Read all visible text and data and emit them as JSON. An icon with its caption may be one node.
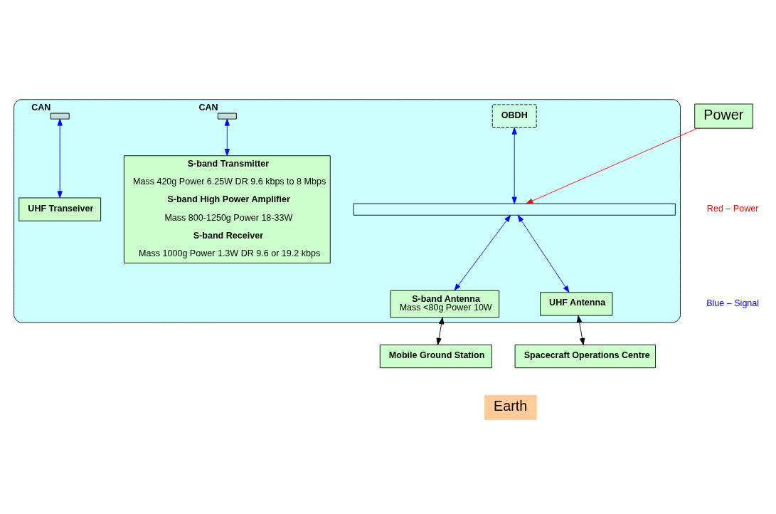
{
  "diagram": {
    "nodes": [
      {
        "text": [],
        "shape": "ellipse"
      },
      {
        "text": [
          "S-band Transmitter",
          "Mass 420g Power 6.25W DR 9.6 kbps to 8 Mbps",
          "S-band High Power Amplifier",
          "Mass 800-1250g Power 18-33W",
          "S-band Receiver",
          "Mass 1000g Power 1.3W DR 9.6 or 19.2 kbps"
        ],
        "in": 0
      },
      {
        "text": [
          "Power"
        ]
      },
      {
        "text": [],
        "shape": "bar",
        "in": 0
      },
      {
        "text": [],
        "shape": "box",
        "beside": [
          "CAN"
        ],
        "in": 0
      },
      {
        "text": [],
        "shape": "box",
        "beside": [
          "CAN"
        ],
        "in": 0
      },
      {
        "text": [
          "OBDH"
        ],
        "in": 0
      },
      {
        "text": [
          "UHF Transeiver"
        ],
        "in": 0
      },
      {
        "text": [
          "S-band Antenna",
          "Mass <80g Power 10W"
        ],
        "in": 0
      },
      {
        "text": [
          "UHF Antenna"
        ],
        "in": 0
      },
      {
        "text": [
          "Mobile Ground Station"
        ]
      },
      {
        "text": [
          "Spacecraft Operations Centre"
        ]
      },
      {
        "text": [
          "Earth"
        ]
      }
    ],
    "edges": [
      {
        "from": 2,
        "to": 3,
        "arrow": "to",
        "color": "#ff0000"
      },
      {
        "from": 4,
        "to": 1,
        "arrow": "both"
      },
      {
        "from": 5,
        "to": 7,
        "arrow": "both"
      },
      {
        "from": 6,
        "to": 3,
        "arrow": "both"
      },
      {
        "from": 3,
        "to": 8,
        "arrow": "both"
      },
      {
        "from": 3,
        "to": 9,
        "arrow": "both"
      },
      {
        "from": 8,
        "to": 10,
        "arrow": "both",
        "color": "#000000"
      },
      {
        "from": 9,
        "to": 11,
        "arrow": "both",
        "color": "#000000"
      }
    ],
    "legend": [
      {
        "text": "Red – Power",
        "color": "#ff0000"
      },
      {
        "text": "Blue – Signal",
        "color": "#0000ff"
      }
    ]
  }
}
